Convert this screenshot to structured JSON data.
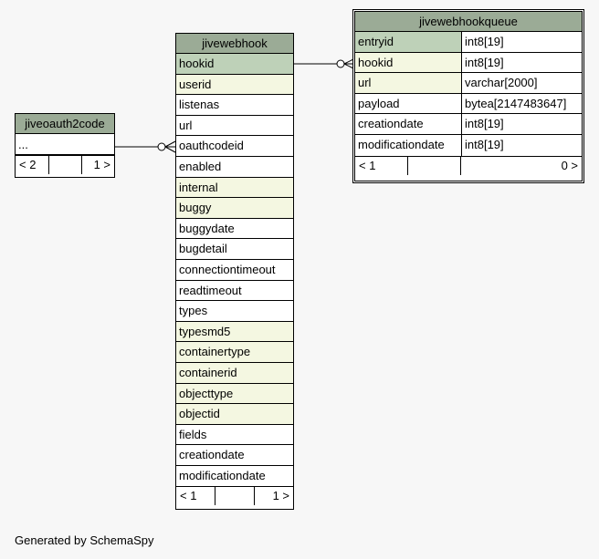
{
  "tables": {
    "jiveoauth2code": {
      "name": "jiveoauth2code",
      "rows": [
        "..."
      ],
      "footer": {
        "parents": "< 2",
        "children": "1 >"
      }
    },
    "jivewebhook": {
      "name": "jivewebhook",
      "rows": [
        {
          "name": "hookid",
          "kind": "pk"
        },
        {
          "name": "userid",
          "kind": "fk"
        },
        {
          "name": "listenas",
          "kind": ""
        },
        {
          "name": "url",
          "kind": ""
        },
        {
          "name": "oauthcodeid",
          "kind": ""
        },
        {
          "name": "enabled",
          "kind": ""
        },
        {
          "name": "internal",
          "kind": "fk"
        },
        {
          "name": "buggy",
          "kind": "fk"
        },
        {
          "name": "buggydate",
          "kind": ""
        },
        {
          "name": "bugdetail",
          "kind": ""
        },
        {
          "name": "connectiontimeout",
          "kind": ""
        },
        {
          "name": "readtimeout",
          "kind": ""
        },
        {
          "name": "types",
          "kind": ""
        },
        {
          "name": "typesmd5",
          "kind": "fk"
        },
        {
          "name": "containertype",
          "kind": "fk"
        },
        {
          "name": "containerid",
          "kind": "fk"
        },
        {
          "name": "objecttype",
          "kind": "fk"
        },
        {
          "name": "objectid",
          "kind": "fk"
        },
        {
          "name": "fields",
          "kind": ""
        },
        {
          "name": "creationdate",
          "kind": ""
        },
        {
          "name": "modificationdate",
          "kind": ""
        }
      ],
      "footer": {
        "parents": "< 1",
        "children": "1 >"
      }
    },
    "jivewebhookqueue": {
      "name": "jivewebhookqueue",
      "rows": [
        {
          "name": "entryid",
          "type": "int8[19]",
          "kind": "pk"
        },
        {
          "name": "hookid",
          "type": "int8[19]",
          "kind": "fk"
        },
        {
          "name": "url",
          "type": "varchar[2000]",
          "kind": "fk"
        },
        {
          "name": "payload",
          "type": "bytea[2147483647]",
          "kind": ""
        },
        {
          "name": "creationdate",
          "type": "int8[19]",
          "kind": ""
        },
        {
          "name": "modificationdate",
          "type": "int8[19]",
          "kind": ""
        }
      ],
      "footer": {
        "parents": "< 1",
        "children": "0 >"
      }
    }
  },
  "colors": {
    "header": "#9bab96",
    "primary_key": "#bed1b8",
    "foreign_key": "#f4f7e1",
    "background": "#f7f7f7"
  },
  "generated_by": "Generated by SchemaSpy"
}
